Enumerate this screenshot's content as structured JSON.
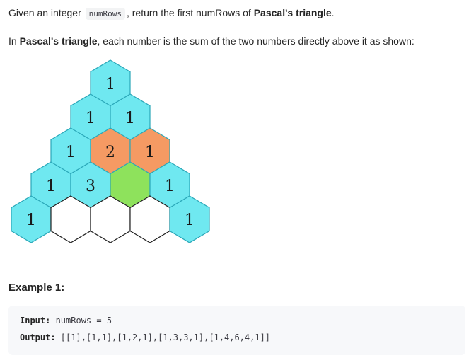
{
  "intro": {
    "part1": "Given an integer ",
    "code": "numRows",
    "part2": ", return the first numRows of ",
    "bold": "Pascal's triangle",
    "part3": "."
  },
  "explain": {
    "part1": "In ",
    "bold": "Pascal's triangle",
    "part2": ", each number is the sum of the two numbers directly above it as shown:"
  },
  "figure": {
    "colors": {
      "cyan": "#6fe8f0",
      "orange": "#f59a63",
      "green": "#8ee25c",
      "white": "#ffffff",
      "stroke": "#2aa7b8"
    },
    "rows": [
      [
        {
          "label": "1",
          "color": "cyan"
        }
      ],
      [
        {
          "label": "1",
          "color": "cyan"
        },
        {
          "label": "1",
          "color": "cyan"
        }
      ],
      [
        {
          "label": "1",
          "color": "cyan"
        },
        {
          "label": "2",
          "color": "orange"
        },
        {
          "label": "1",
          "color": "orange"
        }
      ],
      [
        {
          "label": "1",
          "color": "cyan"
        },
        {
          "label": "3",
          "color": "cyan"
        },
        {
          "label": "",
          "color": "green"
        },
        {
          "label": "1",
          "color": "cyan"
        }
      ],
      [
        {
          "label": "1",
          "color": "cyan"
        },
        {
          "label": "",
          "color": "white"
        },
        {
          "label": "",
          "color": "white"
        },
        {
          "label": "",
          "color": "white"
        },
        {
          "label": "1",
          "color": "cyan"
        }
      ]
    ]
  },
  "example": {
    "title": "Example 1:",
    "input_label": "Input:",
    "input_value": " numRows = 5",
    "output_label": "Output:",
    "output_value": " [[1],[1,1],[1,2,1],[1,3,3,1],[1,4,6,4,1]]"
  }
}
